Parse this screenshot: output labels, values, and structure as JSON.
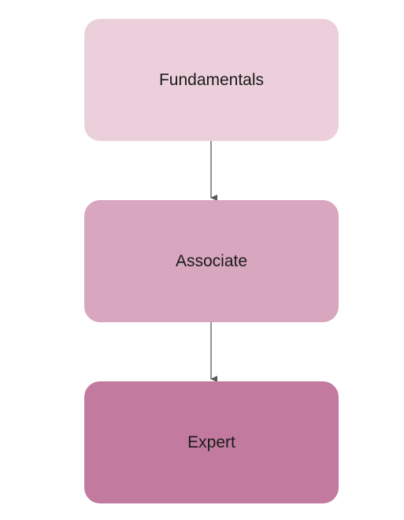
{
  "diagram": {
    "nodes": [
      {
        "id": "fundamentals",
        "label": "Fundamentals",
        "fill": "#EBD0DB"
      },
      {
        "id": "associate",
        "label": "Associate",
        "fill": "#D8A6BE"
      },
      {
        "id": "expert",
        "label": "Expert",
        "fill": "#C27B9F"
      }
    ],
    "edges": [
      {
        "from": "fundamentals",
        "to": "associate"
      },
      {
        "from": "associate",
        "to": "expert"
      }
    ],
    "connector_color": "#595959"
  }
}
